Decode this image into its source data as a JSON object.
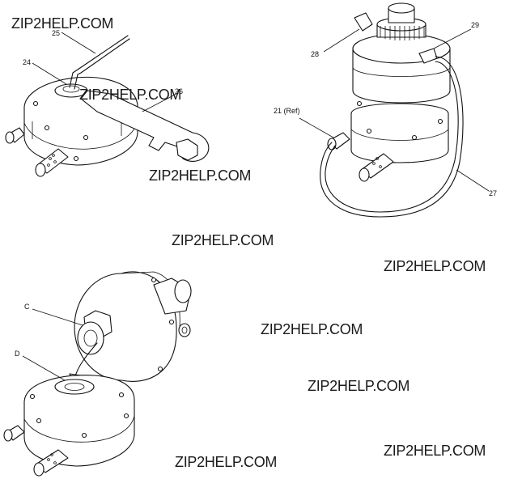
{
  "callouts": {
    "c25": "25",
    "c24": "24",
    "c26": "26",
    "c28": "28",
    "c29": "29",
    "c21": "21 (Ref)",
    "c27": "27",
    "cC": "C",
    "cD": "D"
  },
  "watermarks": [
    "ZIP2HELP.COM",
    "ZIP2HELP.COM",
    "ZIP2HELP.COM",
    "ZIP2HELP.COM",
    "ZIP2HELP.COM",
    "ZIP2HELP.COM",
    "ZIP2HELP.COM",
    "ZIP2HELP.COM",
    "ZIP2HELP.COM"
  ],
  "colors": {
    "line": "#111111",
    "background": "#ffffff"
  }
}
